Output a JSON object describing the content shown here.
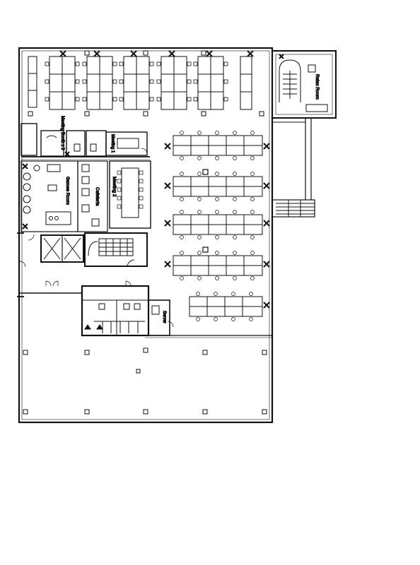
{
  "rooms": {
    "relax_room": "Relax Room",
    "meeting_booth": "Meeting Booth x 3",
    "meeting_1": "Meeting 1",
    "meeting_2": "Meeting 2",
    "games_room": "Games Room",
    "cafeteria": "Cafeteria",
    "server": "Server"
  },
  "colors": {
    "ink": "#111111",
    "paper": "#ffffff"
  }
}
